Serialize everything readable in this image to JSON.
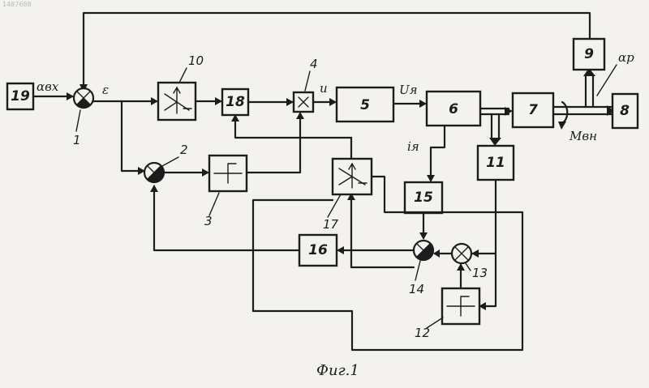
{
  "document_id": "1487688",
  "caption": "Фиг.1",
  "blocks": [
    {
      "id": "19",
      "label": "19"
    },
    {
      "id": "18",
      "label": "18"
    },
    {
      "id": "5",
      "label": "5"
    },
    {
      "id": "6",
      "label": "6"
    },
    {
      "id": "7",
      "label": "7"
    },
    {
      "id": "8",
      "label": "8"
    },
    {
      "id": "9",
      "label": "9"
    },
    {
      "id": "11",
      "label": "11"
    },
    {
      "id": "15",
      "label": "15"
    },
    {
      "id": "16",
      "label": "16"
    }
  ],
  "element_labels": {
    "summator_1": "1",
    "summator_2": "2",
    "integrator_3": "3",
    "multiplier_4": "4",
    "relay_10": "10",
    "integrator_12": "12",
    "summator_13": "13",
    "summator_14": "14",
    "relay_17": "17"
  },
  "signals": {
    "alpha_in": "αвх",
    "epsilon": "ε",
    "u": "u",
    "u_ya": "Uя",
    "i_ya": "iя",
    "m_vn": "Мвн",
    "alpha_p": "αр"
  }
}
